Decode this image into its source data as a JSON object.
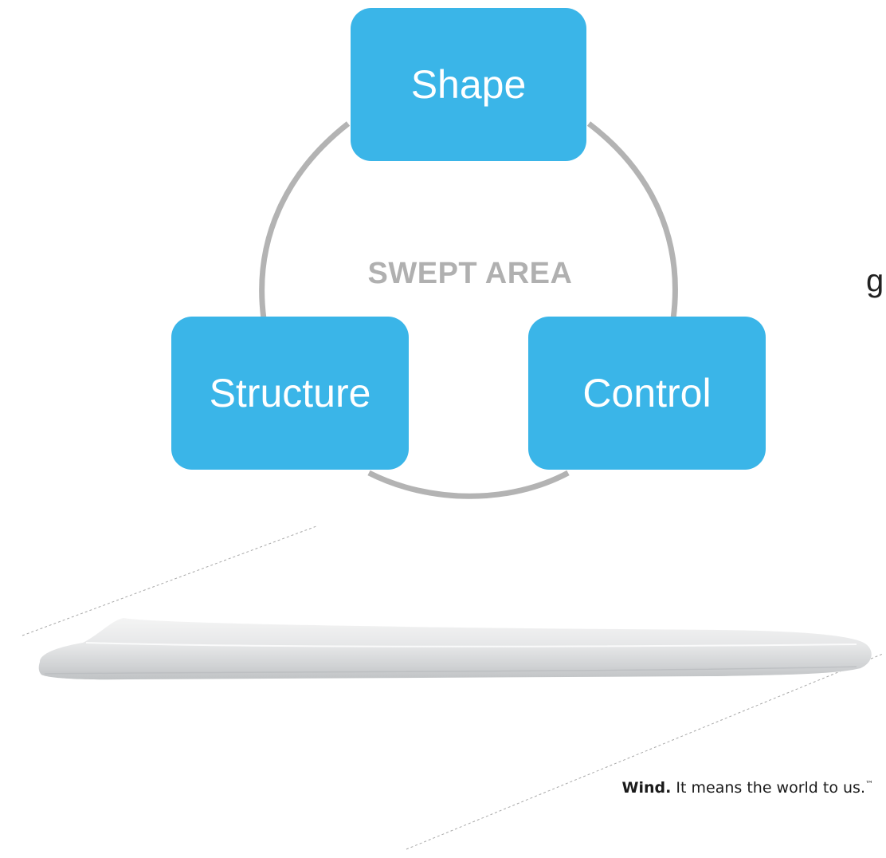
{
  "diagram": {
    "nodes": [
      {
        "id": "shape",
        "label": "Shape"
      },
      {
        "id": "structure",
        "label": "Structure"
      },
      {
        "id": "control",
        "label": "Control"
      }
    ],
    "center_label": "SWEPT AREA",
    "edge_fragment_text": "g"
  },
  "footer": {
    "tagline_bold": "Wind.",
    "tagline_text": " It means the world to us.",
    "trademark": "™"
  },
  "colors": {
    "node_fill": "#3ab5e8",
    "cycle_arc": "#b3b3b3",
    "center_label": "#b0b0b0"
  }
}
